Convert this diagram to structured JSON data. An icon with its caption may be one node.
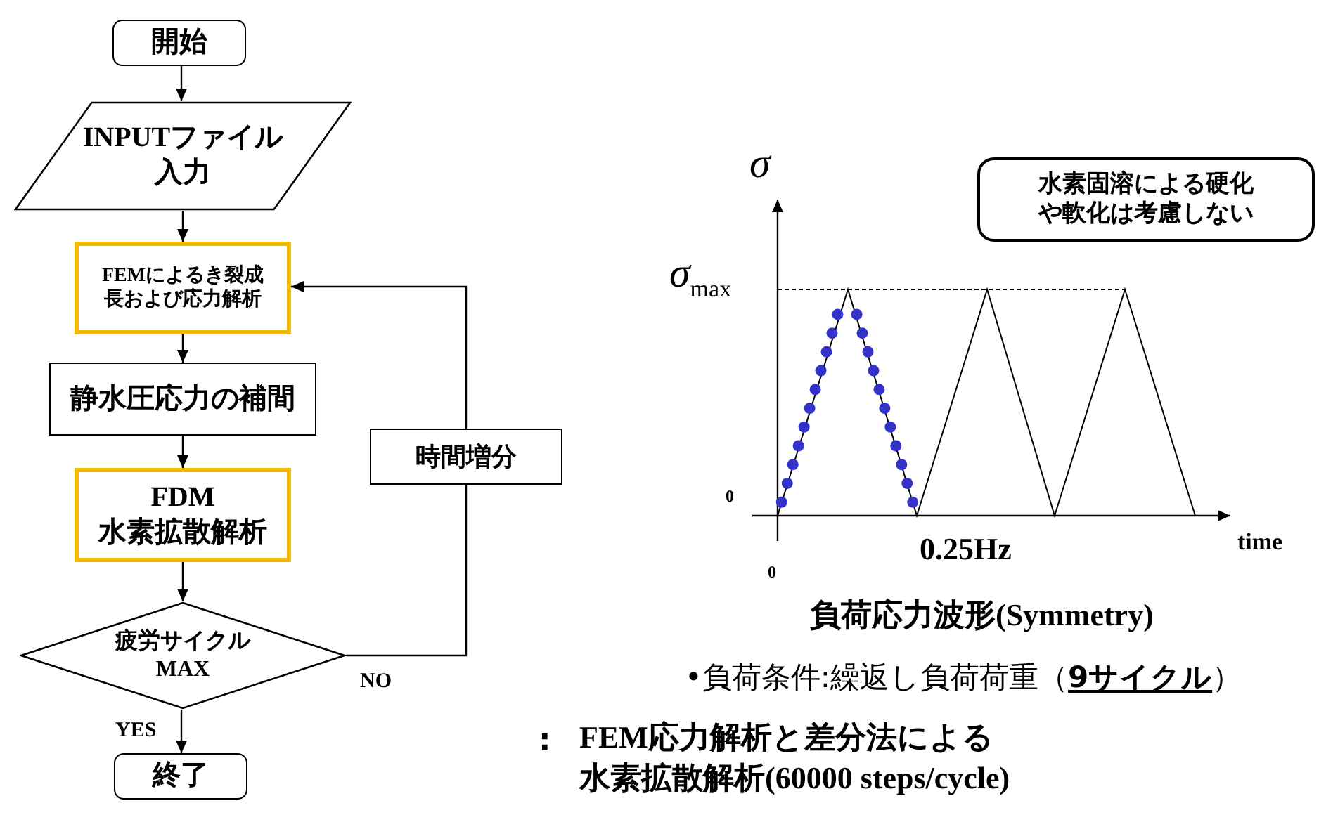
{
  "diagram": {
    "nodes": [
      {
        "text": [
          "開始"
        ]
      },
      {
        "text": [
          "INPUTファイル入力"
        ]
      },
      {
        "text": [
          "FEMによるき裂成長および応力解析"
        ]
      },
      {
        "text": [
          "静水圧応力の補間"
        ]
      },
      {
        "text": [
          "FDM 水素拡散解析"
        ]
      },
      {
        "text": [
          "疲労サイクル MAX"
        ]
      },
      {
        "text": [
          "終了"
        ]
      },
      {
        "text": [
          "時間増分"
        ]
      },
      {
        "text": [
          "水素固溶による硬化や軟化は考慮しない"
        ]
      }
    ],
    "edges": [
      {
        "from": 0,
        "to": 1,
        "arrow": "to"
      },
      {
        "from": 1,
        "to": 2,
        "arrow": "to"
      },
      {
        "from": 2,
        "to": 3,
        "arrow": "to"
      },
      {
        "from": 3,
        "to": 4,
        "arrow": "to"
      },
      {
        "from": 4,
        "to": 5,
        "arrow": "to"
      },
      {
        "from": 5,
        "to": 6,
        "arrow": "to",
        "label": "YES"
      },
      {
        "from": 5,
        "to": 7,
        "arrow": "none",
        "label": "NO"
      },
      {
        "from": 7,
        "to": 2,
        "arrow": "to"
      }
    ],
    "labels": [
      "σ",
      "σ$_{max}$",
      "0",
      "0.25Hz",
      "time",
      "0",
      "負荷応力波形(Symmetry)",
      "•負荷条件:繰返し負荷荷重（**9サイクル**）",
      ":",
      "FEM応力解析と差分法による水素拡散解析(60000 steps/cycle)"
    ]
  }
}
